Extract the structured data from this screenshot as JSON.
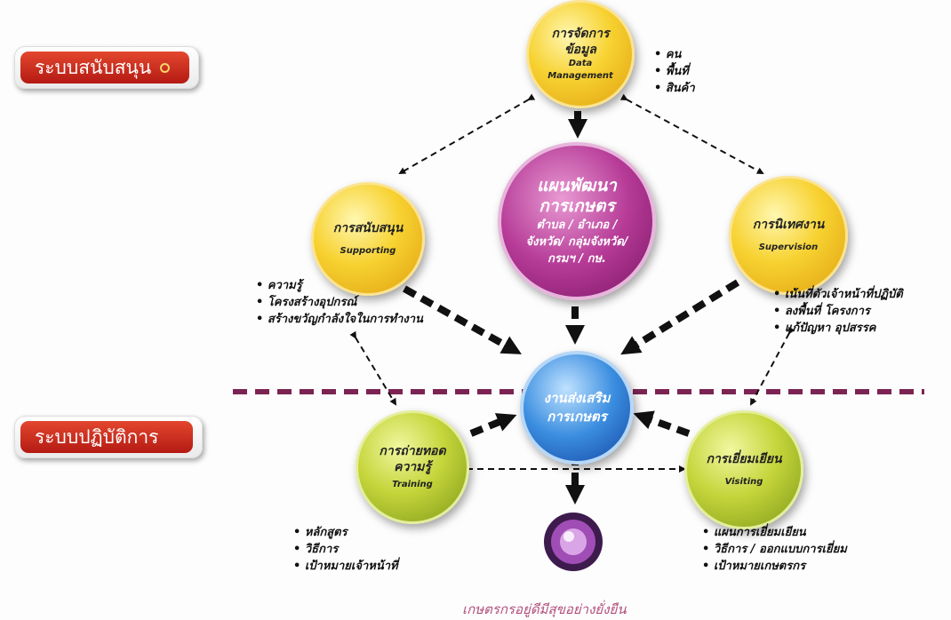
{
  "sections": {
    "support": "ระบบสนับสนุน",
    "operation": "ระบบปฏิบัติการ"
  },
  "nodes": {
    "data_management": {
      "th": [
        "การจัดการ",
        "ข้อมูล"
      ],
      "en": [
        "Data",
        "Management"
      ]
    },
    "supporting": {
      "th": "การสนับสนุน",
      "en": "Supporting"
    },
    "supervision": {
      "th": "การนิเทศงาน",
      "en": "Supervision"
    },
    "plan": {
      "lines": [
        "แผนพัฒนา",
        "การเกษตร",
        "ตำบล / อำเภอ /",
        "จังหวัด/ กลุ่มจังหวัด/",
        "กรมฯ / กษ."
      ]
    },
    "extension": {
      "lines": [
        "งานส่งเสริม",
        "การเกษตร"
      ]
    },
    "training": {
      "th": [
        "การถ่ายทอด",
        "ความรู้"
      ],
      "en": "Training"
    },
    "visiting": {
      "th": "การเยี่ยมเยียน",
      "en": "Visiting"
    }
  },
  "bullets": {
    "data_management": [
      "คน",
      "พื้นที่",
      "สินค้า"
    ],
    "supporting": [
      "ความรู้",
      "โครงสร้างอุปกรณ์",
      "สร้างขวัญกำลังใจในการทำงาน"
    ],
    "supervision": [
      "เน้นที่ตัวเจ้าหน้าที่ปฏิบัติ",
      "ลงพื้นที่ โครงการ",
      "แก้ปัญหา อุปสรรค"
    ],
    "training": [
      "หลักสูตร",
      "วิธีการ",
      "เป้าหมายเจ้าหน้าที่"
    ],
    "visiting": [
      "แผนการเยี่ยมเยียน",
      "วิธีการ / ออกแบบการเยี่ยม",
      "เป้าหมายเกษตรกร"
    ]
  },
  "outcome": "เกษตรกรอยู่ดีมีสุขอย่างยั่งยืน",
  "colors": {
    "divider": "#7b2453",
    "arrow": "#111111",
    "section_red": "#c42a1d",
    "footer_text": "#b24d7a"
  },
  "icons": {
    "section_marker": "dot-icon"
  }
}
